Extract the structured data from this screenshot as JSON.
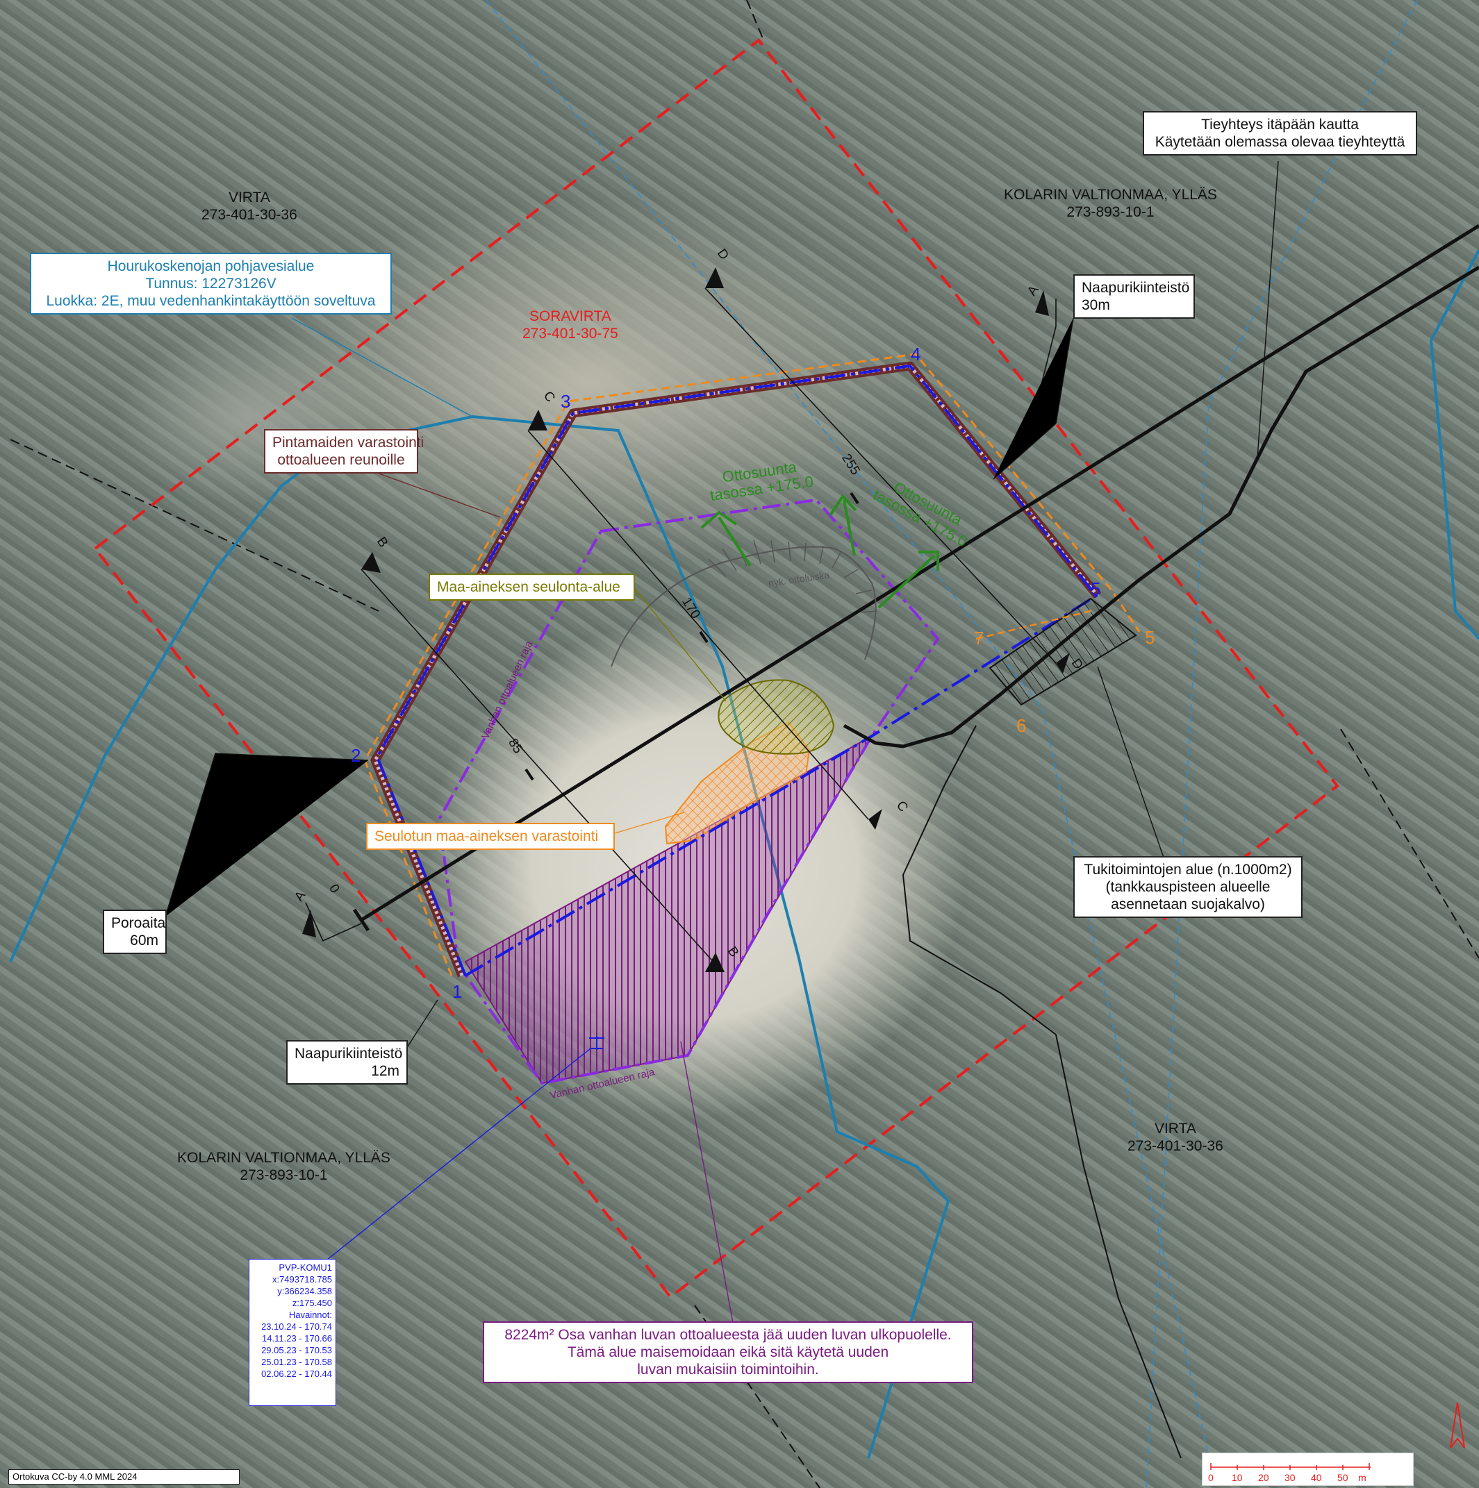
{
  "parcels": {
    "virta_nw": {
      "name": "VIRTA",
      "id": "273-401-30-36"
    },
    "kolari_ne": {
      "name": "KOLARIN VALTIONMAA, YLLÄS",
      "id": "273-893-10-1"
    },
    "soravirta": {
      "name": "SORAVIRTA",
      "id": "273-401-30-75"
    },
    "kolari_sw": {
      "name": "KOLARIN VALTIONMAA, YLLÄS",
      "id": "273-893-10-1"
    },
    "virta_se": {
      "name": "VIRTA",
      "id": "273-401-30-36"
    }
  },
  "groundwater": {
    "line1": "Hourukoskenojan pohjavesialue",
    "line2": "Tunnus: 12273126V",
    "line3": "Luokka: 2E, muu vedenhankintakäyttöön soveltuva"
  },
  "road_connection": {
    "line1": "Tieyhteys itäpään kautta",
    "line2": "Käytetään olemassa olevaa tieyhteyttä"
  },
  "neighbor_ne": {
    "line1": "Naapurikiinteistö",
    "line2": "30m"
  },
  "neighbor_sw": {
    "line1": "Naapurikiinteistö",
    "line2": "12m"
  },
  "reindeer_fence": {
    "line1": "Poroaita",
    "line2": "60m"
  },
  "topsoil_storage": {
    "line1": "Pintamaiden varastointi",
    "line2": "ottoalueen reunoille"
  },
  "screening_area": "Maa-aineksen seulonta-alue",
  "screened_storage": "Seulotun maa-aineksen varastointi",
  "support_area": {
    "line1": "Tukitoimintojen alue (n.1000m2)",
    "line2": "(tankkauspisteen alueelle",
    "line3": "asennetaan suojakalvo)"
  },
  "old_area_note": {
    "line1": "8224m² Osa vanhan luvan ottoalueesta jää uuden luvan ulkopuolelle.",
    "line2": "Tämä alue maisemoidaan eikä sitä käytetä uuden",
    "line3": "luvan mukaisiin toimintoihin."
  },
  "old_area_boundary": "Vanhan ottoalueen raja",
  "current_face": "nyk. ottoluiska",
  "extraction_direction": {
    "line1": "Ottosuunta",
    "line2": "tasossa +175.0"
  },
  "section_labels": {
    "a": "A",
    "b": "B",
    "c": "C",
    "d": "D"
  },
  "chainage": {
    "c0": "0",
    "c85": "85",
    "c170": "170",
    "c255": "255"
  },
  "points_blue": [
    "1",
    "2",
    "3",
    "4",
    "5"
  ],
  "points_orange": [
    "5",
    "6",
    "7"
  ],
  "pvp": {
    "title": "PVP-KOMU1",
    "x": "x:7493718.785",
    "y": "y:366234.358",
    "z": "z:175.450",
    "obs_title": "Havainnot:",
    "observations": [
      "23.10.24 - 170.74",
      "14.11.23 - 170.66",
      "29.05.23 - 170.53",
      "25.01.23 - 170.58",
      "02.06.22 - 170.44"
    ]
  },
  "credit": "Ortokuva CC-by 4.0 MML 2024",
  "scale_bar": {
    "ticks": [
      "0",
      "10",
      "20",
      "30",
      "40",
      "50"
    ],
    "unit": "m"
  },
  "colors": {
    "red": "#e61e1e",
    "blue": "#1c7fb0",
    "purple": "#8a2be2",
    "brown": "#6b2b2b",
    "orange": "#f08a1e",
    "green": "#2a8c1e"
  }
}
